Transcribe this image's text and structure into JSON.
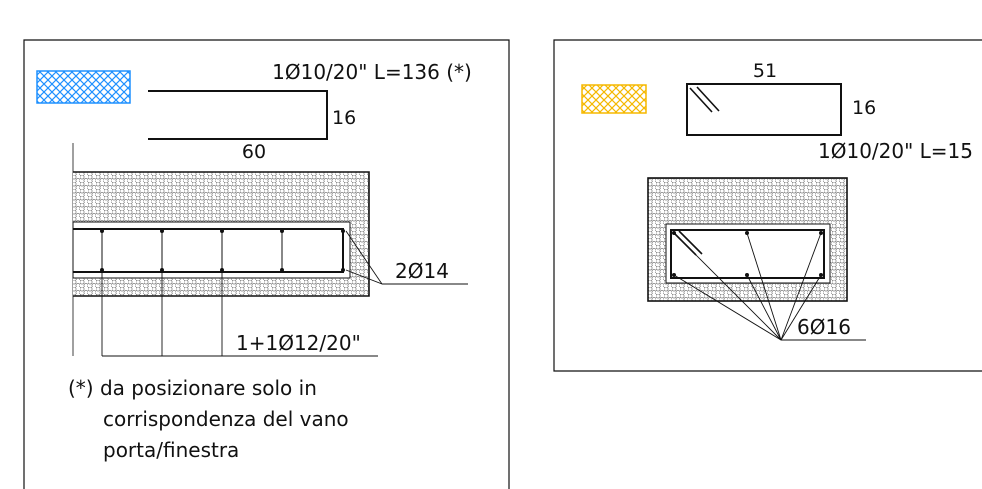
{
  "colors": {
    "legend_left": "#1e90ff",
    "legend_right": "#f5b800",
    "line": "#111111",
    "fill_pattern_stroke": "#555555"
  },
  "left_panel": {
    "bar_label": "1Ø10/20\" L=136 (*)",
    "dim_vertical": "16",
    "dim_horizontal": "60",
    "callout_top": "2Ø14",
    "callout_bottom": "1+1Ø12/20\"",
    "note": [
      "(*) da posizionare solo in",
      "corrispondenza del vano",
      "porta/finestra"
    ]
  },
  "right_panel": {
    "dim_top": "51",
    "dim_vertical": "16",
    "bar_label": "1Ø10/20\" L=15",
    "callout": "6Ø16"
  }
}
